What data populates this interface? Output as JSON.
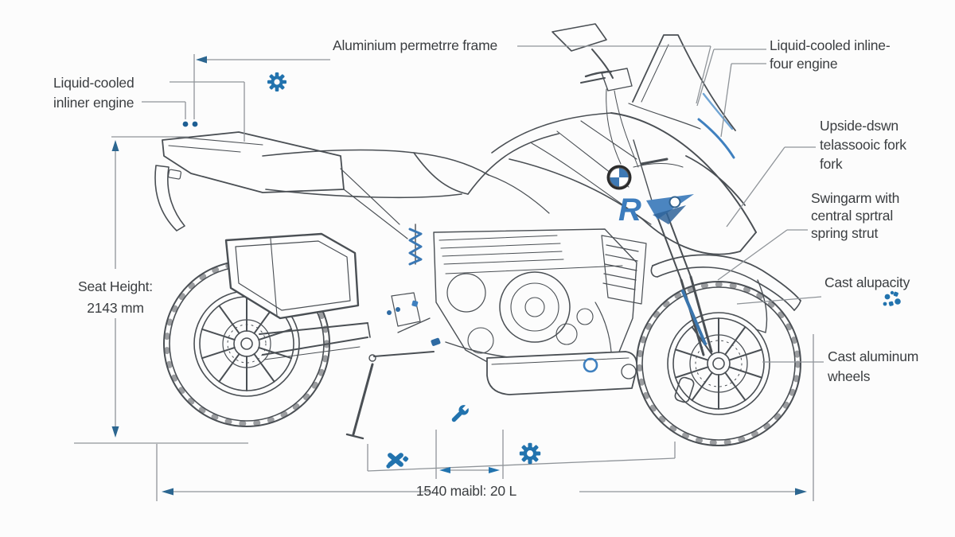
{
  "colors": {
    "accent_blue": "#2273ae",
    "dark_blue": "#1d5e93",
    "arrow_blue": "#2c6690",
    "leader_gray": "#8f9499",
    "art_gray": "#4a4f54",
    "text": "#3b3e41",
    "background": "#fcfcfc"
  },
  "annotations": {
    "frame": {
      "text": "Aluminium permetrre frame"
    },
    "engine_left": {
      "line1": "Liquid-cooled",
      "line2": "inliner engine"
    },
    "engine_right": {
      "line1": "Liquid-cooled inline-",
      "line2": "four engine"
    },
    "front_fork": {
      "line1": "Upside-dswn",
      "line2": "telassooic fork",
      "line3": "fork"
    },
    "swingarm": {
      "line1": "Swingarm with",
      "line2": "central sprtral",
      "line3": "spring strut"
    },
    "capacity": {
      "text": "Cast alupacity"
    },
    "wheels": {
      "line1": "Cast aluminum",
      "line2": "wheels"
    },
    "seat_height": {
      "label": "Seat Height:",
      "value": "2143 mm"
    },
    "wheelbase": {
      "text": "1540 maibl: 20 L"
    }
  },
  "logo": {
    "model_letter": "R"
  },
  "icons": {
    "gear_upper": "gear-icon",
    "wrench": "wrench-icon",
    "crossed_tools": "crossed-tools-icon",
    "gear_lower": "gear-icon",
    "scattered_gear": "broken-gear-icon",
    "callout_dots": "dot-markers",
    "brand_roundel": "bmw-style-roundel-icon"
  }
}
